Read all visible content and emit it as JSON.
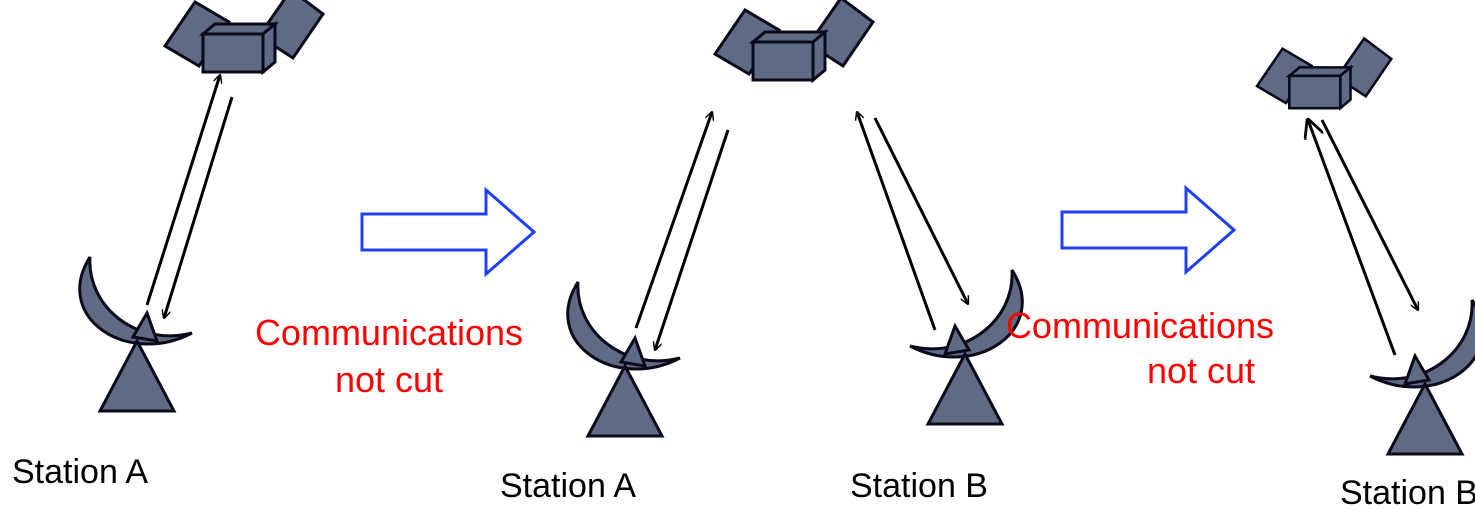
{
  "colors": {
    "equipment_fill": "#5f6a85",
    "equipment_stroke": "#0a0a1a",
    "arrow_outline": "#1f3ff5",
    "note_text": "#ff0000",
    "link_line": "#000000"
  },
  "icons": [
    "satellite-icon",
    "dish-antenna-icon",
    "right-arrow-icon"
  ],
  "panels": [
    {
      "stations": [
        "Station A"
      ]
    },
    {
      "stations": [
        "Station A",
        "Station B"
      ]
    },
    {
      "stations": [
        "Station B"
      ]
    }
  ],
  "transitions": [
    {
      "line1": "Communications",
      "line2": "not cut"
    },
    {
      "line1": "Communications",
      "line2": "not cut"
    }
  ]
}
